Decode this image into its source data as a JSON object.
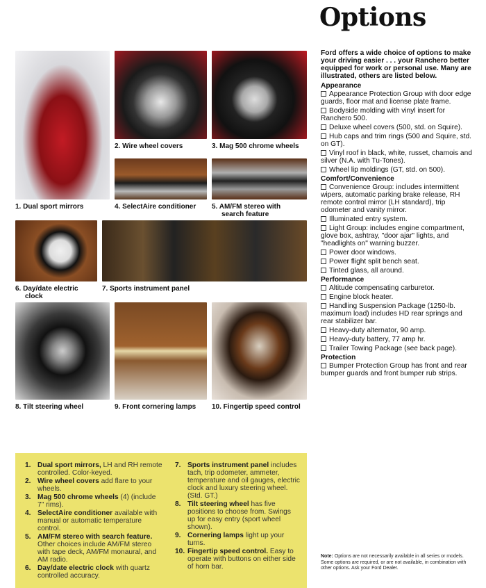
{
  "title": "Options",
  "photos": [
    {
      "caption": "1. Dual sport mirrors"
    },
    {
      "caption": "2. Wire wheel covers"
    },
    {
      "caption": "3. Mag 500 chrome wheels"
    },
    {
      "caption": "4. SelectAire conditioner"
    },
    {
      "caption": "5. AM/FM stereo with search feature"
    },
    {
      "caption": "6. Day/date electric clock"
    },
    {
      "caption": "7. Sports instrument panel"
    },
    {
      "caption": "8. Tilt steering wheel"
    },
    {
      "caption": "9. Front cornering lamps"
    },
    {
      "caption": "10. Fingertip speed control"
    }
  ],
  "intro": "Ford offers a wide choice of options to make your driving easier . . . your Ranchero better equipped for work or personal use. Many are illustrated, others are listed below.",
  "sections": [
    {
      "heading": "Appearance",
      "items": [
        "Appearance Protection Group with door edge guards, floor mat and license plate frame.",
        "Bodyside molding with vinyl insert for Ranchero 500.",
        "Deluxe wheel covers (500, std. on Squire).",
        "Hub caps and trim rings (500 and Squire, std. on GT).",
        "Vinyl roof in black, white, russet, chamois and silver (N.A. with Tu-Tones).",
        "Wheel lip moldings (GT, std. on 500)."
      ]
    },
    {
      "heading": "Comfort/Convenience",
      "items": [
        "Convenience Group: includes intermittent wipers, automatic parking brake release, RH remote control mirror (LH standard), trip odometer and vanity mirror.",
        "Illuminated entry system.",
        "Light Group: includes engine compartment, glove box, ashtray, \"door ajar\" lights, and \"headlights on\" warning buzzer.",
        "Power door windows.",
        "Power flight split bench seat.",
        "Tinted glass, all around."
      ]
    },
    {
      "heading": "Performance",
      "items": [
        "Altitude compensating carburetor.",
        "Engine block heater.",
        "Handling Suspension Package (1250-lb. maximum load) includes HD rear springs and rear stabilizer bar.",
        "Heavy-duty alternator, 90 amp.",
        "Heavy-duty battery, 77 amp hr.",
        "Trailer Towing Package (see back page)."
      ]
    },
    {
      "heading": "Protection",
      "items": [
        "Bumper Protection Group has front and rear bumper guards and front bumper rub strips."
      ]
    }
  ],
  "descriptions": [
    {
      "num": "1.",
      "bold": "Dual sport mirrors,",
      "text": " LH and RH remote controlled. Color-keyed."
    },
    {
      "num": "2.",
      "bold": "Wire wheel covers",
      "text": " add flare to your wheels."
    },
    {
      "num": "3.",
      "bold": "Mag 500 chrome wheels",
      "text": " (4) (include 7\" rims)."
    },
    {
      "num": "4.",
      "bold": "SelectAire conditioner",
      "text": " available with manual or automatic temperature control."
    },
    {
      "num": "5.",
      "bold": "AM/FM stereo with search feature.",
      "text": " Other choices include AM/FM stereo with tape deck, AM/FM monaural, and AM radio."
    },
    {
      "num": "6.",
      "bold": "Day/date electric clock",
      "text": " with quartz controlled accuracy."
    },
    {
      "num": "7.",
      "bold": "Sports instrument panel",
      "text": " includes tach, trip odometer, ammeter, temperature and oil gauges, electric clock and luxury steering wheel. (Std. GT.)"
    },
    {
      "num": "8.",
      "bold": "Tilt steering wheel",
      "text": " has five positions to choose from. Swings up for easy entry (sport wheel shown)."
    },
    {
      "num": "9.",
      "bold": "Cornering lamps",
      "text": " light up your turns."
    },
    {
      "num": "10.",
      "bold": "Fingertip speed control.",
      "text": " Easy to operate with buttons on either side of horn bar."
    }
  ],
  "note": {
    "label": "Note:",
    "text": " Options are not necessarily available in all series or models. Some options are required, or are not available, in combination with other options. Ask your Ford Dealer."
  }
}
